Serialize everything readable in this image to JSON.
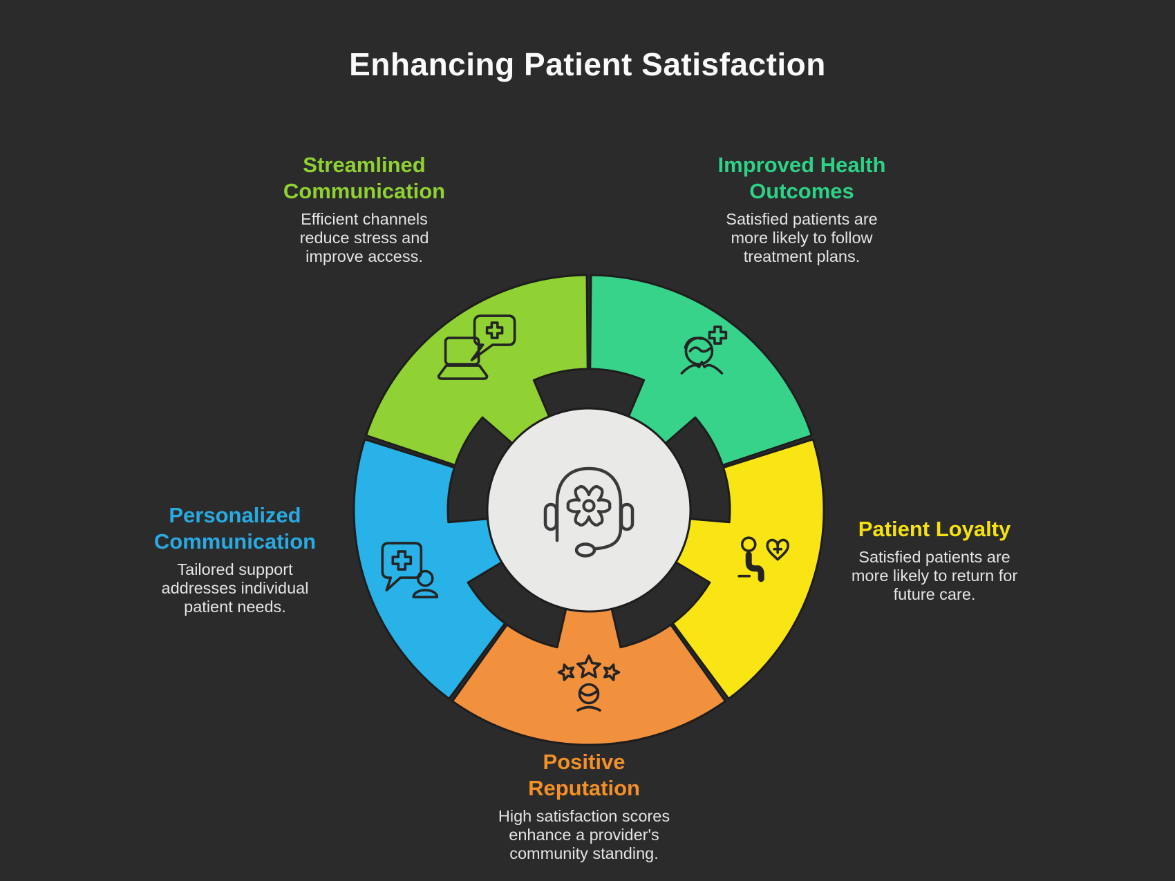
{
  "title": "Enhancing Patient Satisfaction",
  "colors": {
    "background": "#2b2b2b",
    "outline": "#1d1d1d",
    "hub_fill": "#e9e9e7",
    "icon_stroke": "#242424",
    "hub_icon_stroke": "#3a3a3a",
    "title": "#fafafa",
    "description_text": "#e4e4e4"
  },
  "hub": {
    "icon": "support-headset-gear-icon"
  },
  "segments": [
    {
      "name": "Streamlined Communication",
      "heading": "Streamlined\nCommunication",
      "description": "Efficient channels\nreduce stress and\nimprove access.",
      "fill": "#90d134",
      "label_color": "#8fd133",
      "icon": "laptop-medical-chat-icon",
      "position": "top-left"
    },
    {
      "name": "Improved Health Outcomes",
      "heading": "Improved Health\nOutcomes",
      "description": "Satisfied patients are\nmore likely to follow\ntreatment plans.",
      "fill": "#38d38b",
      "label_color": "#2dd287",
      "icon": "patient-plus-icon",
      "position": "top-right"
    },
    {
      "name": "Patient Loyalty",
      "heading": "Patient Loyalty",
      "description": "Satisfied patients are\nmore likely to return for\nfuture care.",
      "fill": "#f9e513",
      "label_color": "#f6e20e",
      "icon": "patient-heart-icon",
      "position": "right"
    },
    {
      "name": "Positive Reputation",
      "heading": "Positive\nReputation",
      "description": "High satisfaction scores\nenhance a provider's\ncommunity standing.",
      "fill": "#f2913d",
      "label_color": "#f39027",
      "icon": "rating-stars-person-icon",
      "position": "bottom"
    },
    {
      "name": "Personalized Communication",
      "heading": "Personalized\nCommunication",
      "description": "Tailored support\naddresses individual\npatient needs.",
      "fill": "#29b2e8",
      "label_color": "#29abe2",
      "icon": "medical-chat-person-icon",
      "position": "left"
    }
  ]
}
